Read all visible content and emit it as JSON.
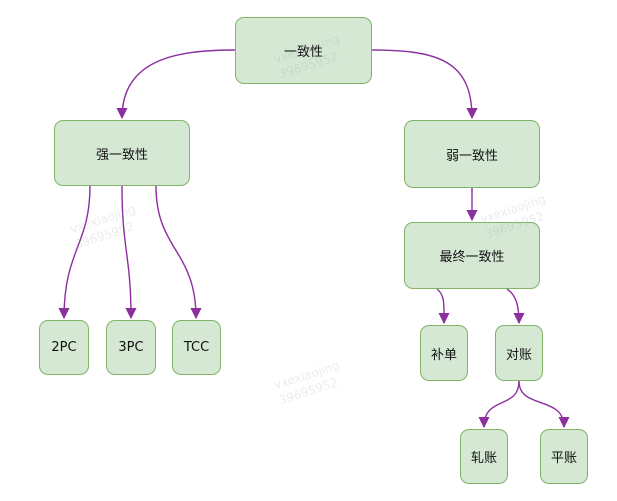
{
  "nodes": {
    "root": "一致性",
    "strong": "强一致性",
    "weak": "弱一致性",
    "eventual": "最终一致性",
    "pc2": "2PC",
    "pc3": "3PC",
    "tcc": "TCC",
    "compensate": "补单",
    "reconcile": "对账",
    "rolling": "轧账",
    "balance": "平账"
  },
  "watermark": [
    "vxexiaojing",
    "39695952"
  ],
  "colors": {
    "node_fill": "#d5e8d4",
    "node_border": "#82b366",
    "edge": "#8b2f9e"
  }
}
